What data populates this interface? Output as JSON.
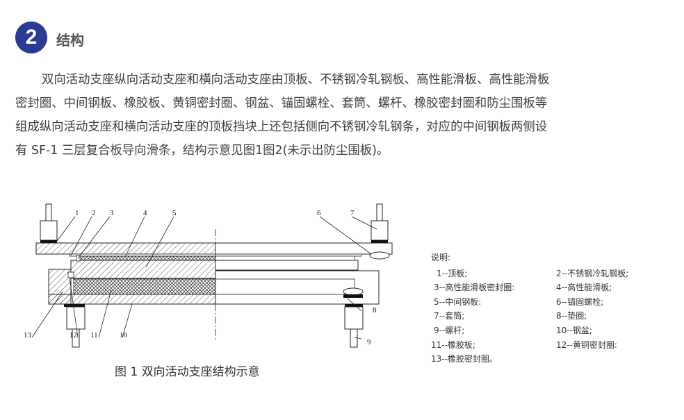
{
  "section": {
    "number": "2",
    "title": "结构"
  },
  "paragraph": {
    "lines": [
      "双向活动支座纵向活动支座和横向活动支座由顶板、不锈钢冷轧钢板、高性能滑板、高性能滑板",
      "密封圈、中间钢板、橡胶板、黄铜密封圈、钢盆、锚固螺栓、套筒、螺杆、橡胶密封圈和防尘围板等",
      "组成纵向活动支座和横向活动支座的顶板挡块上还包括侧向不锈钢冷轧钢条，对应的中间钢板两侧设",
      "有 SF-1 三层复合板导向滑条，结构示意见图1图2(未示出防尘围板)。"
    ]
  },
  "figure": {
    "caption": "图 1 双向活动支座结构示意",
    "labels": [
      "1",
      "2",
      "3",
      "4",
      "5",
      "6",
      "7",
      "8",
      "9",
      "10",
      "11",
      "12",
      "13"
    ]
  },
  "legend": {
    "title": "说明:",
    "items": [
      "1--顶板;",
      "2--不锈钢冷轧钢板;",
      "3--高性能滑板密封圈:",
      "4--高性能滑板;",
      "5--中间钢板:",
      "6--锚固螺栓;",
      "7--套筒;",
      "8--垫圈;",
      "9--螺杆;",
      "10--钢盆;",
      "11--橡胶板;",
      "12--黄铜密封圈:",
      "13--橡胶密封圈。"
    ]
  }
}
